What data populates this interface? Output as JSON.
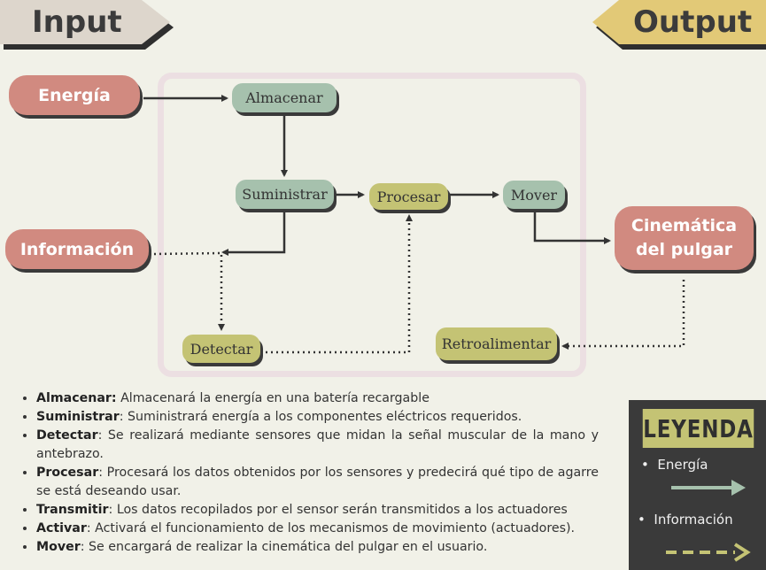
{
  "header": {
    "input": "Input",
    "output": "Output"
  },
  "nodes": {
    "energia": "Energía",
    "informacion": "Información",
    "almacenar": "Almacenar",
    "suministrar": "Suministrar",
    "procesar": "Procesar",
    "mover": "Mover",
    "cinematica": "Cinemática del pulgar",
    "detectar": "Detectar",
    "retroalimentar": "Retroalimentar"
  },
  "bullets": [
    {
      "term": "Almacenar:",
      "text": " Almacenará la energía en una batería recargable"
    },
    {
      "term": "Suministrar",
      "text": ": Suministrará energía a los componentes eléctricos requeridos."
    },
    {
      "term": "Detectar",
      "text": ": Se realizará mediante sensores que midan la señal muscular de la mano y antebrazo."
    },
    {
      "term": "Procesar",
      "text": ": Procesará los datos obtenidos por los sensores y predecirá qué tipo de agarre se está deseando usar."
    },
    {
      "term": "Transmitir",
      "text": ": Los datos recopilados por el sensor serán transmitidos a los actuadores"
    },
    {
      "term": "Activar",
      "text": ": Activará el funcionamiento de los mecanismos de movimiento (actuadores)."
    },
    {
      "term": "Mover",
      "text": ": Se encargará de realizar la cinemática del pulgar en el usuario."
    }
  ],
  "legend": {
    "title": "LEYENDA",
    "items": [
      "Energía",
      "Información"
    ]
  },
  "colors": {
    "energy_arrow": "#a6c1ad",
    "info_arrow": "#c4c374",
    "rose": "#d18a80",
    "sage": "#a6c1ad",
    "olive": "#c4c374"
  }
}
